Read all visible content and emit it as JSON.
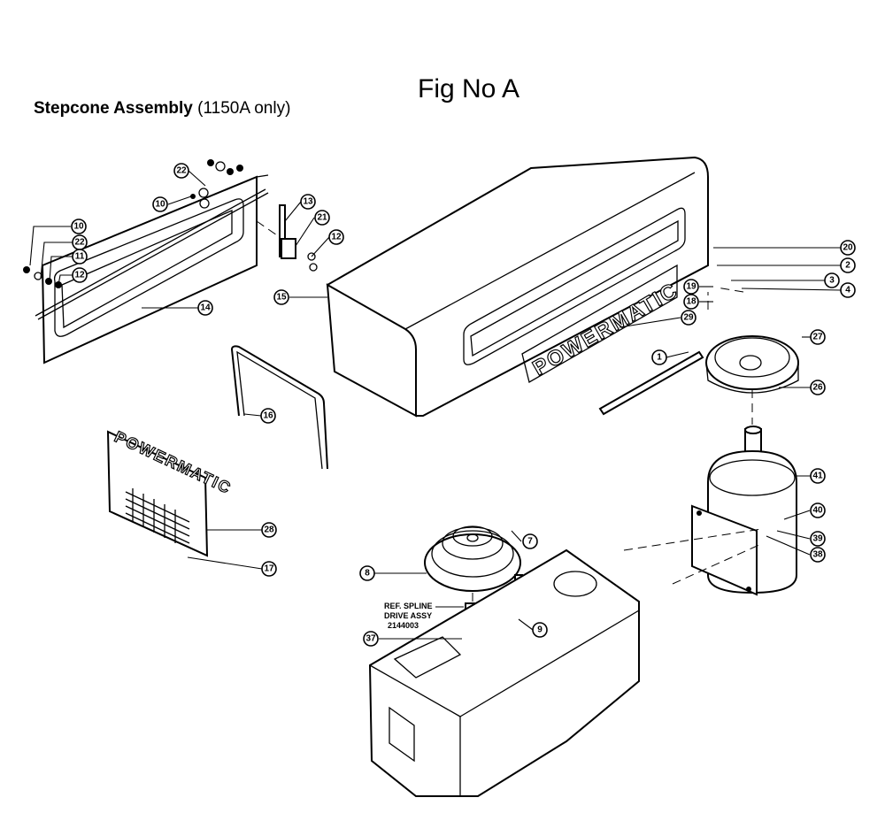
{
  "header": {
    "title_bold": "Stepcone Assembly",
    "title_rest": "(1150A only)",
    "figure_label": "Fig No A"
  },
  "brand_text": "POWERMATIC",
  "ref_note": [
    "REF. SPLINE",
    "DRIVE ASSY",
    "2144003"
  ],
  "callouts": {
    "c22a": "22",
    "c10a": "10",
    "c13": "13",
    "c21": "21",
    "c12a": "12",
    "c10b": "10",
    "c22b": "22",
    "c11": "11",
    "c12b": "12",
    "c14": "14",
    "c15": "15",
    "c16": "16",
    "c20": "20",
    "c2": "2",
    "c3": "3",
    "c4": "4",
    "c19": "19",
    "c18": "18",
    "c29": "29",
    "c27": "27",
    "c1": "1",
    "c26": "26",
    "c41": "41",
    "c40": "40",
    "c39": "39",
    "c38": "38",
    "c28": "28",
    "c17": "17",
    "c7": "7",
    "c8": "8",
    "c9": "9",
    "c37": "37"
  }
}
